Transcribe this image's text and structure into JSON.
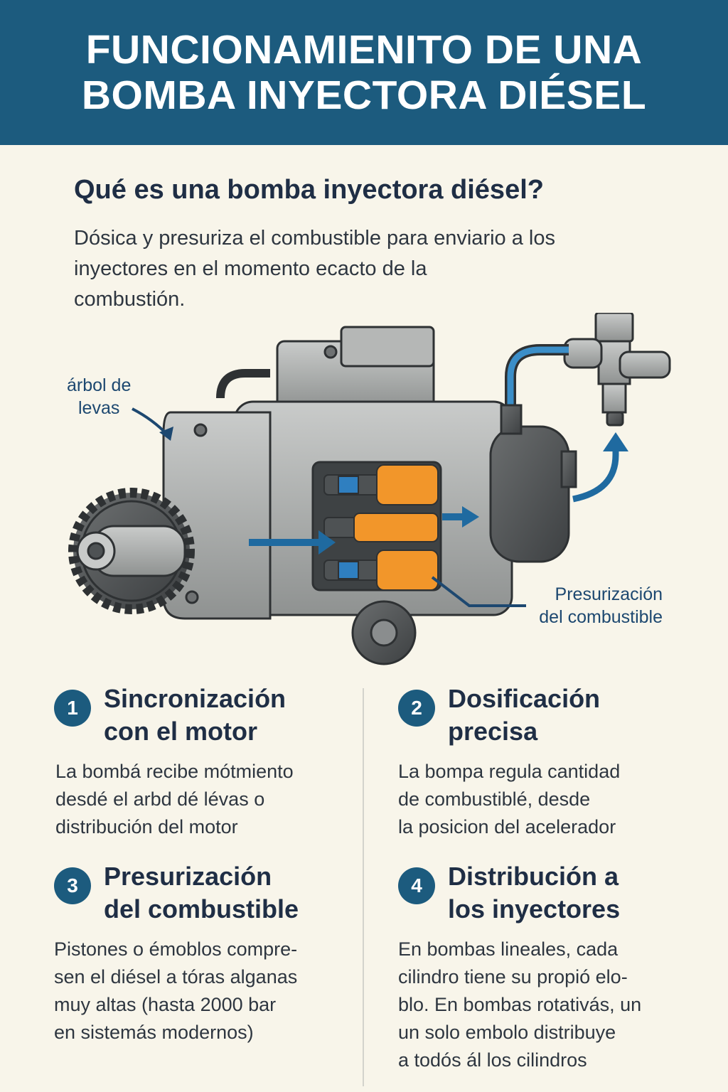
{
  "header": {
    "title_line1": "FUNCIONAMIENITO DE UNA",
    "title_line2": "BOMBA INYECTORA DIÉSEL"
  },
  "intro": {
    "heading": "Qué es una bomba inyectora diésel?",
    "lines": [
      "Dósica y presuriza el combustible para enviario a los",
      "inyectores en el momento ecacto de la",
      "combustión."
    ]
  },
  "diagram": {
    "label_camshaft": [
      "árbol de",
      "levas"
    ],
    "label_pressurization": [
      "Presurización",
      "del combustible"
    ],
    "colors": {
      "plunger": "#f2962a",
      "seal": "#2f7fc0",
      "arrow": "#1f6aa0",
      "body": "#a8aaa9"
    }
  },
  "steps": [
    {
      "number": "1",
      "title": [
        "Sincronización",
        "con el motor"
      ],
      "lines": [
        "La bombá recibe mótmiento",
        "desdé el arbd dé lévas o",
        "distribución del motor"
      ]
    },
    {
      "number": "2",
      "title": [
        "Dosificación",
        "precisa"
      ],
      "lines": [
        "La bompa regula cantidad",
        "de combustiblé, desde",
        "la posicion del acelerador"
      ]
    },
    {
      "number": "3",
      "title": [
        "Presurización",
        "del combustible"
      ],
      "lines": [
        "Pistones o émoblos compre-",
        "sen el diésel a tóras alganas",
        "muy altas (hasta 2000 bar",
        "en sistemás modernos)"
      ]
    },
    {
      "number": "4",
      "title": [
        "Distribución a",
        "los inyectores"
      ],
      "lines": [
        "En bombas lineales, cada",
        "cilindro tiene su propió elo-",
        "blo. En bombas rotativás, un",
        "un solo embolo distribuye",
        "a todós ál los cilindros"
      ]
    }
  ]
}
